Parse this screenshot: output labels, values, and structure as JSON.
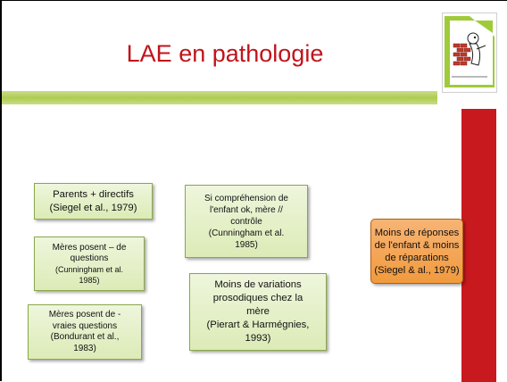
{
  "slide": {
    "title": "LAE en pathologie"
  },
  "boxes": {
    "parents": {
      "lines": [
        "Parents + directifs",
        "(Siegel et al., 1979)"
      ]
    },
    "meres_posent": {
      "lines": [
        "Mères posent – de",
        "questions",
        "(Cunningham et al.",
        "1985)"
      ]
    },
    "vraies_questions": {
      "lines": [
        "Mères posent de -",
        "vraies questions",
        "(Bondurant et al.,",
        "1983)"
      ]
    },
    "comprehension": {
      "lines": [
        "Si compréhension de",
        "l'enfant ok, mère //",
        "contrôle",
        "(Cunningham et al.",
        "1985)"
      ]
    },
    "variations": {
      "lines": [
        "Moins de variations",
        "prosodiques chez la",
        "mère",
        "(Pierart & Harmégnies,",
        "1993)"
      ]
    },
    "reponses": {
      "lines": [
        "Moins de réponses",
        "de l'enfant & moins",
        "de réparations",
        "(Siegel & al., 1979)"
      ]
    }
  },
  "colors": {
    "title": "#c0141b",
    "accent_red": "#c8191e",
    "green_bar": "#aecb52",
    "box_green": "#dcebb7",
    "box_orange": "#f19a3e"
  },
  "logo": {
    "icon": "cartoon-character-brick-wall-logo"
  }
}
